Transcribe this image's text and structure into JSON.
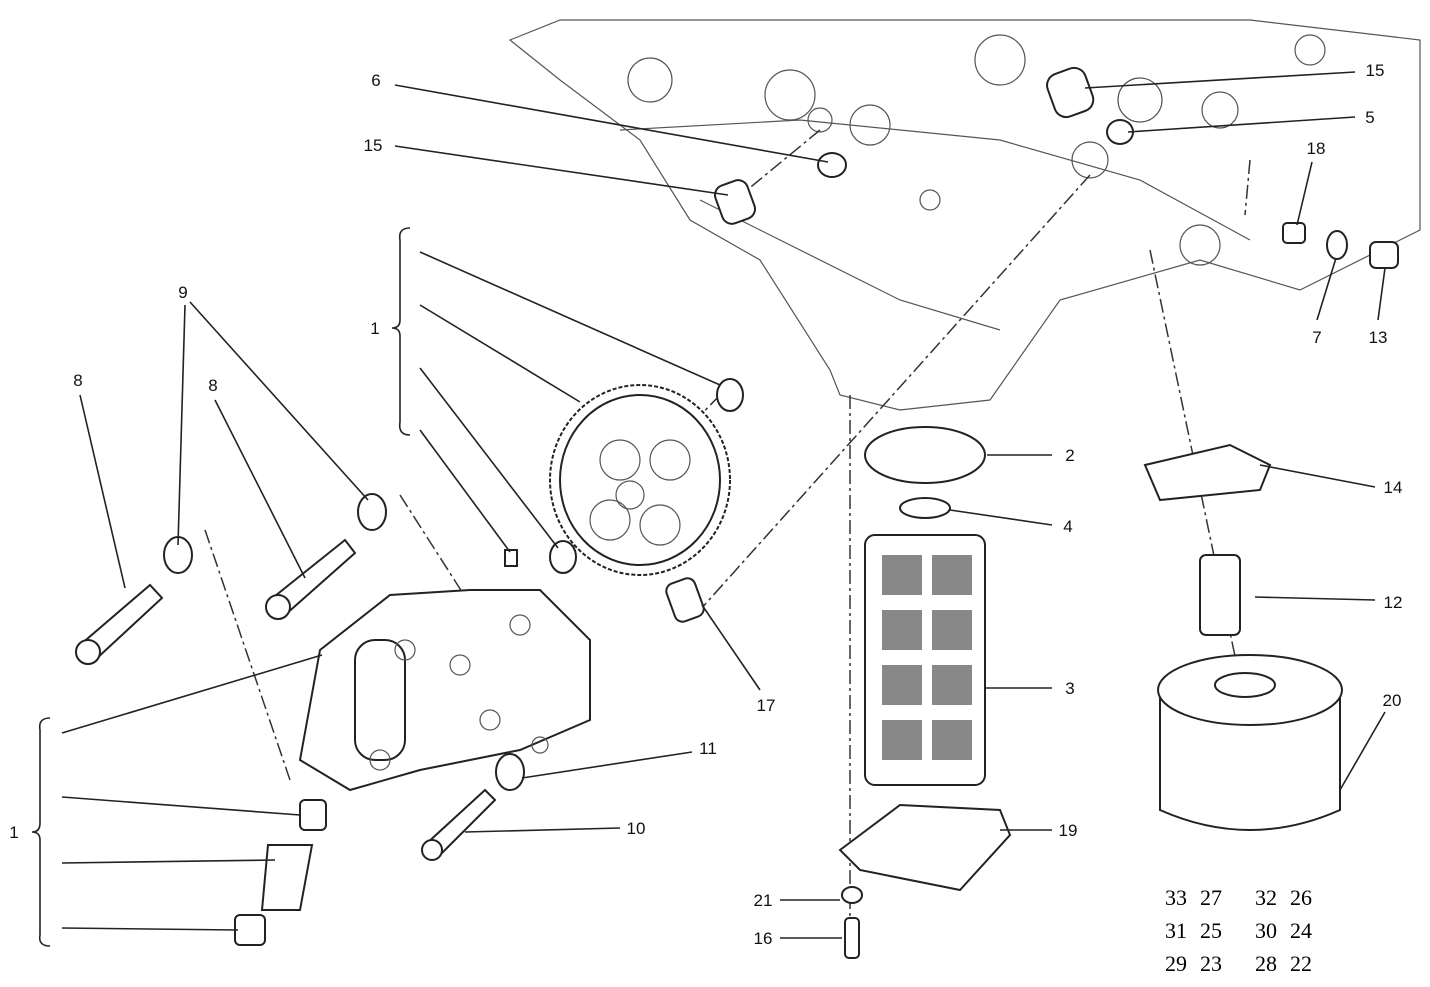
{
  "diagram": {
    "callouts": [
      {
        "id": "c6",
        "label": "6"
      },
      {
        "id": "c15a",
        "label": "15"
      },
      {
        "id": "c15b",
        "label": "15"
      },
      {
        "id": "c5",
        "label": "5"
      },
      {
        "id": "c18",
        "label": "18"
      },
      {
        "id": "c7",
        "label": "7"
      },
      {
        "id": "c13",
        "label": "13"
      },
      {
        "id": "c1a",
        "label": "1"
      },
      {
        "id": "c9",
        "label": "9"
      },
      {
        "id": "c8a",
        "label": "8"
      },
      {
        "id": "c8b",
        "label": "8"
      },
      {
        "id": "c2",
        "label": "2"
      },
      {
        "id": "c4",
        "label": "4"
      },
      {
        "id": "c14",
        "label": "14"
      },
      {
        "id": "c12",
        "label": "12"
      },
      {
        "id": "c20",
        "label": "20"
      },
      {
        "id": "c3",
        "label": "3"
      },
      {
        "id": "c17",
        "label": "17"
      },
      {
        "id": "c11",
        "label": "11"
      },
      {
        "id": "c10",
        "label": "10"
      },
      {
        "id": "c19",
        "label": "19"
      },
      {
        "id": "c21",
        "label": "21"
      },
      {
        "id": "c16",
        "label": "16"
      },
      {
        "id": "c1b",
        "label": "1"
      }
    ],
    "reference_numbers_left": [
      "33",
      "32",
      "31",
      "30",
      "29",
      "28"
    ],
    "reference_numbers_right": [
      "27",
      "26",
      "25",
      "24",
      "23",
      "22"
    ]
  }
}
